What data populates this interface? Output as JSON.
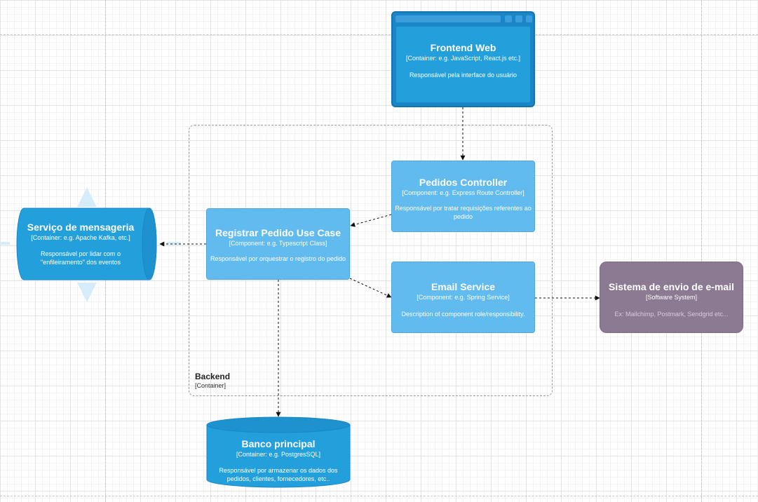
{
  "frontend": {
    "title": "Frontend Web",
    "subtitle": "[Container: e.g. JavaScript, React.js etc.]",
    "description": "Responsável pela interface do usuário"
  },
  "pedidos_controller": {
    "title": "Pedidos Controller",
    "subtitle": "[Component: e.g. Express Route Controller]",
    "description": "Responsável por tratar requisições referentes ao pedido"
  },
  "registrar_pedido": {
    "title": "Registrar Pedido Use Case",
    "subtitle": "[Component: e.g. Typescript Class]",
    "description": "Responsável por orquestrar o registro do pedido"
  },
  "email_service": {
    "title": "Email Service",
    "subtitle": "[Component: e.g. Spring Service]",
    "description": "Description of component role/responsibility."
  },
  "mensageria": {
    "title": "Serviço de mensageria",
    "subtitle": "[Container: e.g. Apache Kafka, etc.]",
    "description_line1": "Responsável por lidar com o",
    "description_line2": "\"enfileiramento\" dos eventos"
  },
  "email_system": {
    "title": "Sistema de envio de e-mail",
    "subtitle": "[Software System]",
    "description": "Ex: Mailchimp, Postmark, Sendgrid etc..."
  },
  "banco": {
    "title": "Banco principal",
    "subtitle": "[Container: e.g. PostgresSQL]",
    "description_line1": "Responsável por armazenar os dados dos",
    "description_line2": "pedidos, clientes, fornecedores, etc.."
  },
  "backend": {
    "title": "Backend",
    "subtitle": "[Container]"
  },
  "colors": {
    "container": "#23a0dc",
    "component": "#62bbee",
    "external_system": "#8c7a92"
  }
}
